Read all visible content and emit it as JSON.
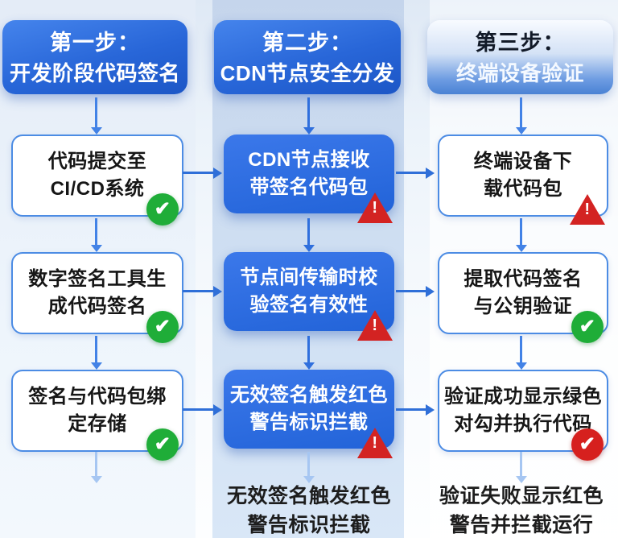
{
  "icons": {
    "check": "✔",
    "warning": "!"
  },
  "colors": {
    "accent_blue": "#2f6fd8",
    "header_blue_top": "#4584ec",
    "header_blue_bottom": "#1c56c6",
    "panel_blue": "#cfdff2",
    "success_green": "#1fad38",
    "alert_red": "#d32322",
    "fail_red": "#d6201e"
  },
  "columns": [
    {
      "header": {
        "title": "第一步：",
        "subtitle": "开发阶段代码签名"
      },
      "boxes": [
        {
          "line1": "代码提交至",
          "line2": "CI/CD系统",
          "status": "success"
        },
        {
          "line1": "数字签名工具生",
          "line2": "成代码签名",
          "status": "success"
        },
        {
          "line1": "签名与代码包绑",
          "line2": "定存储",
          "status": "success"
        }
      ],
      "caption": {
        "line1": "",
        "line2": ""
      }
    },
    {
      "header": {
        "title": "第二步：",
        "subtitle": "CDN节点安全分发"
      },
      "boxes": [
        {
          "line1": "CDN节点接收",
          "line2": "带签名代码包",
          "status": "warning"
        },
        {
          "line1": "节点间传输时校",
          "line2": "验签名有效性",
          "status": "warning"
        },
        {
          "line1": "无效签名触发红色",
          "line2": "警告标识拦截",
          "status": "warning"
        }
      ],
      "caption": {
        "line1": "无效签名触发红色",
        "line2": "警告标识拦截"
      }
    },
    {
      "header": {
        "title": "第三步：",
        "subtitle": "终端设备验证"
      },
      "boxes": [
        {
          "line1": "终端设备下",
          "line2": "载代码包",
          "status": "warning"
        },
        {
          "line1": "提取代码签名",
          "line2": "与公钥验证",
          "status": "success"
        },
        {
          "line1": "验证成功显示绿色",
          "line2": "对勾并执行代码",
          "status": "fail-check"
        }
      ],
      "caption": {
        "line1": "验证失败显示红色",
        "line2": "警告并拦截运行"
      }
    }
  ]
}
